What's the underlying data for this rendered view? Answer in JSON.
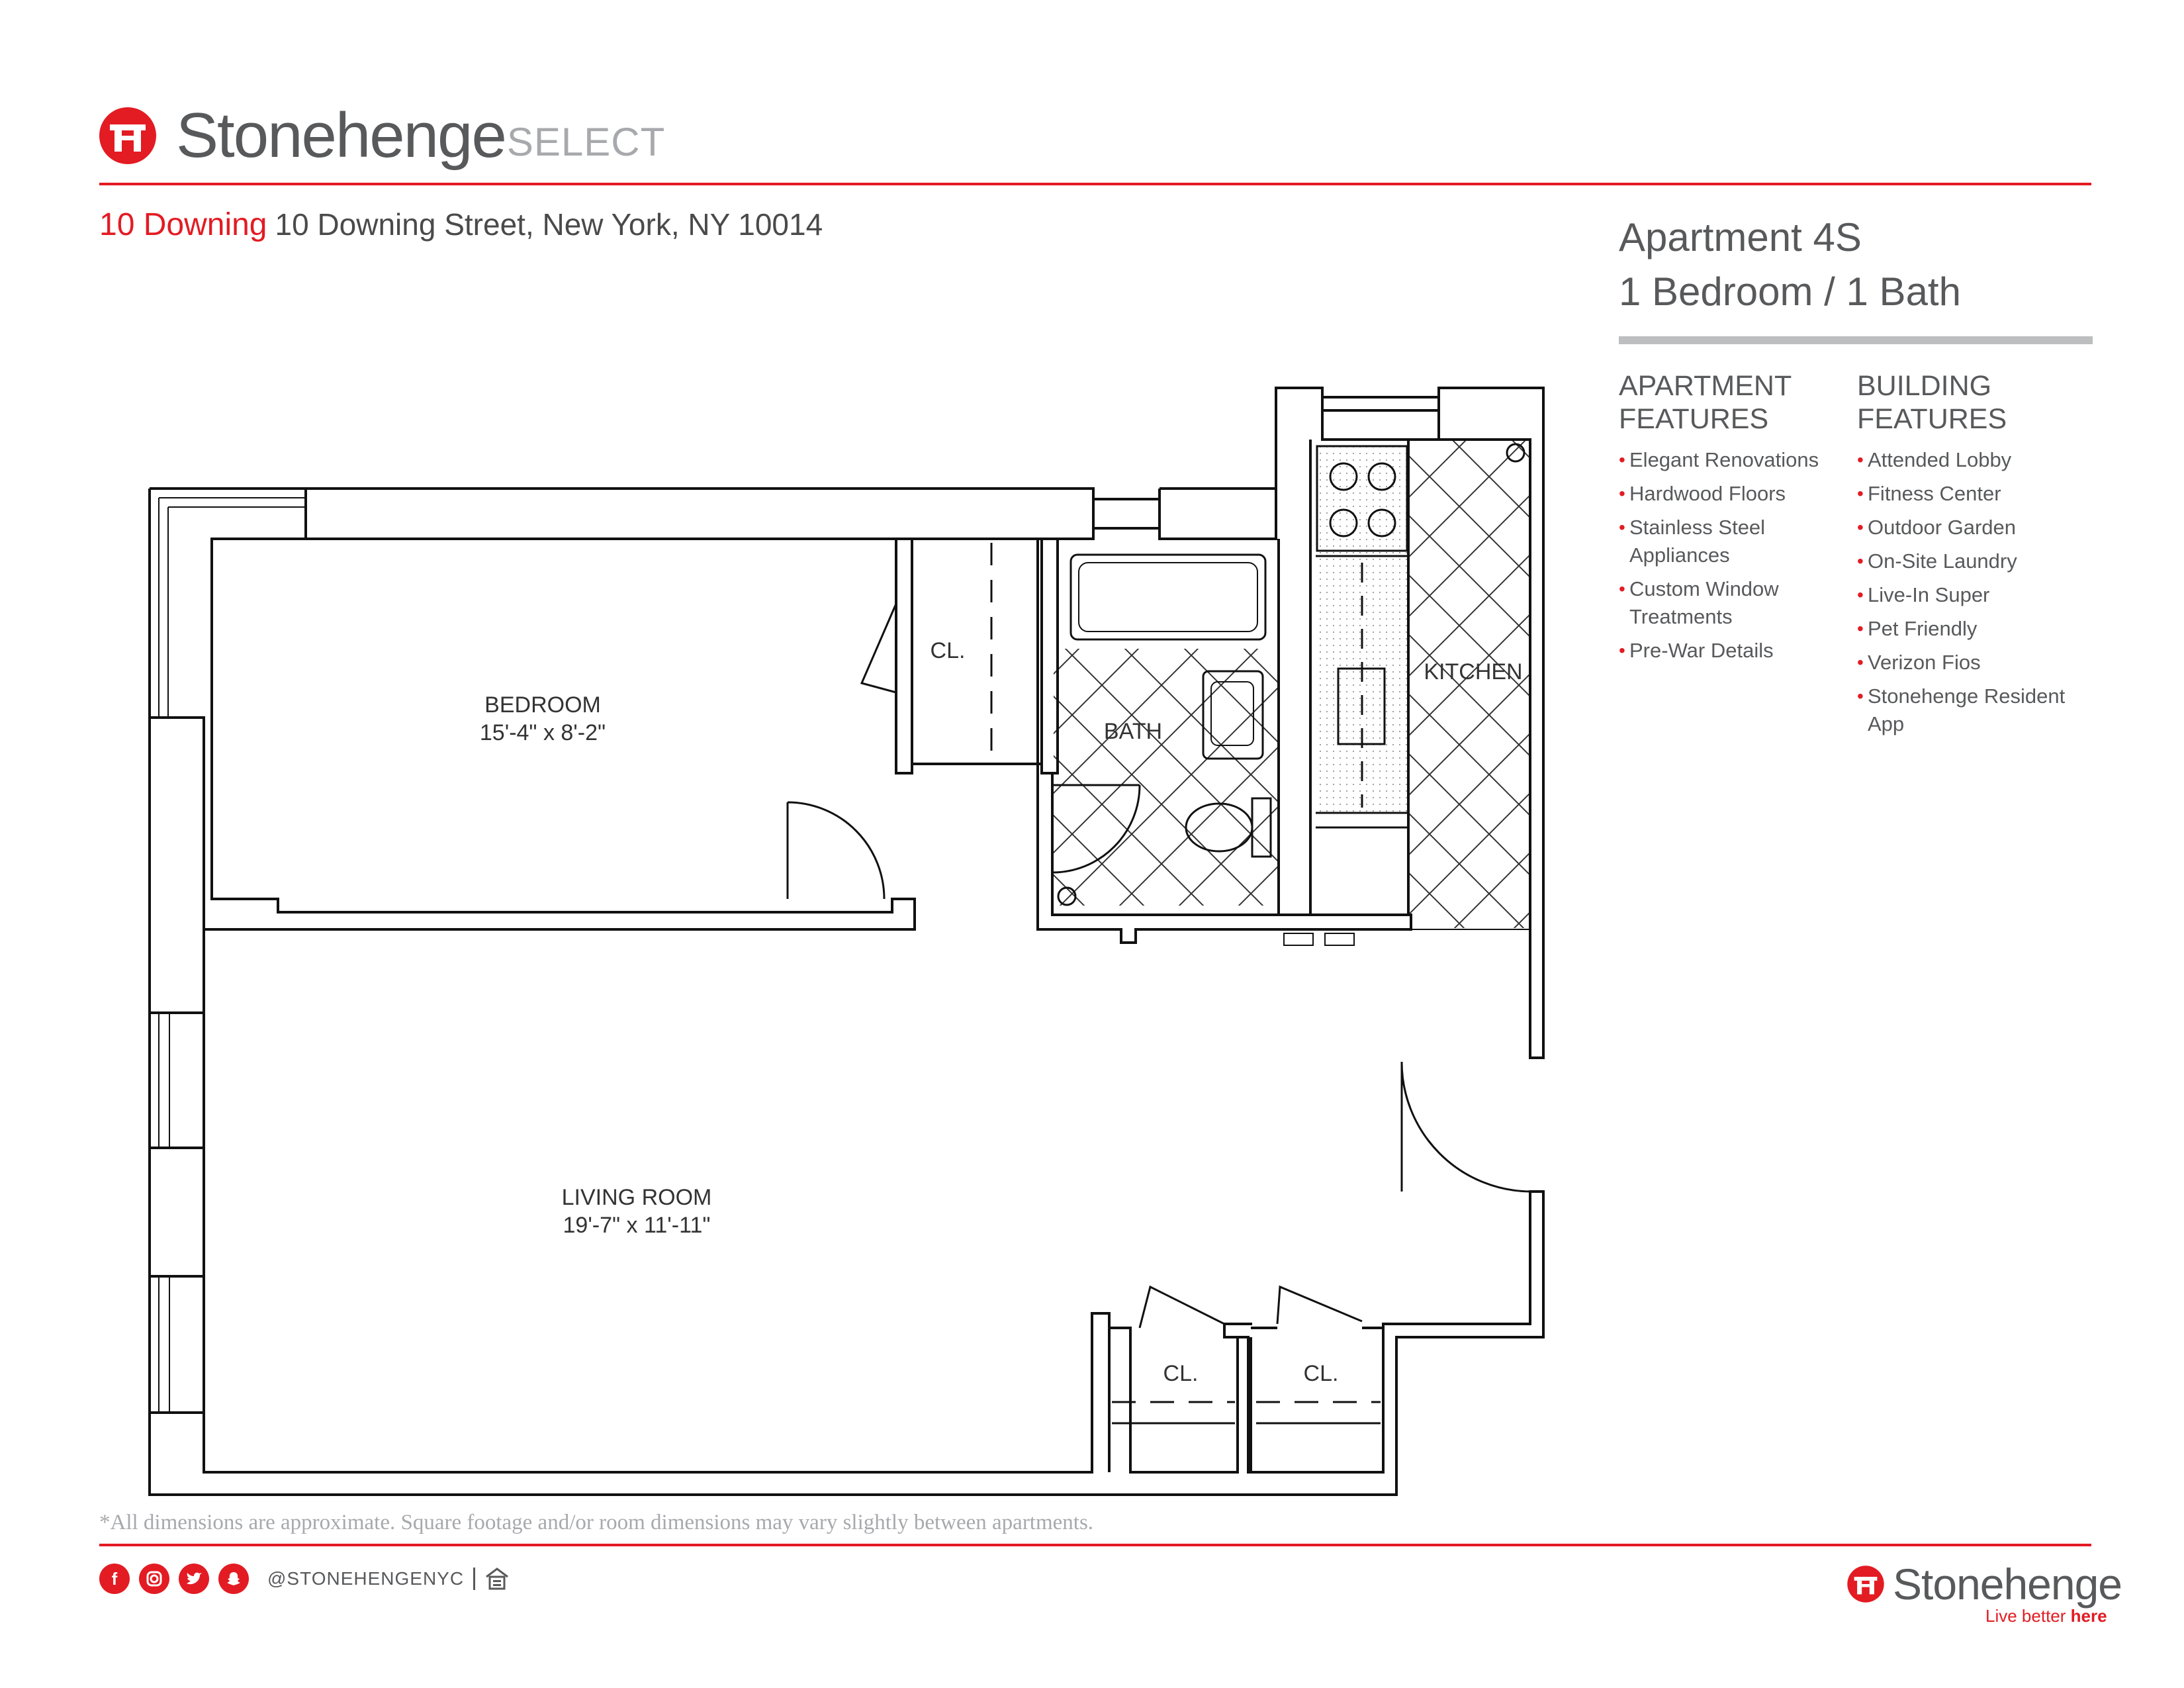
{
  "header": {
    "brand_name": "Stonehenge",
    "brand_suffix": "SELECT",
    "building_name": "10 Downing",
    "building_address": "10 Downing Street, New York, NY 10014"
  },
  "apartment": {
    "unit": "Apartment 4S",
    "layout": "1 Bedroom / 1 Bath"
  },
  "features": {
    "apartment_title_1": "APARTMENT",
    "apartment_title_2": "FEATURES",
    "apartment_items": [
      "Elegant Renovations",
      "Hardwood Floors",
      "Stainless Steel Appliances",
      "Custom Window Treatments",
      "Pre-War Details"
    ],
    "building_title_1": "BUILDING",
    "building_title_2": "FEATURES",
    "building_items": [
      "Attended Lobby",
      "Fitness Center",
      "Outdoor Garden",
      "On-Site Laundry",
      "Live-In Super",
      "Pet Friendly",
      "Verizon Fios",
      "Stonehenge Resident App"
    ]
  },
  "plan": {
    "bedroom_label": "BEDROOM",
    "bedroom_dims": "15'-4\" x 8'-2\"",
    "living_label": "LIVING ROOM",
    "living_dims": "19'-7\" x 11'-11\"",
    "bath_label": "BATH",
    "kitchen_label": "KITCHEN",
    "closet_label": "CL."
  },
  "disclaimer": "*All dimensions are approximate. Square footage and/or room dimensions may vary slightly between apartments.",
  "footer": {
    "social_handle": "@STONEHENGENYC",
    "logo_name": "Stonehenge",
    "tagline_pre": "Live better ",
    "tagline_bold": "here"
  },
  "colors": {
    "accent_red": "#e31b23",
    "text_grey": "#58595b",
    "rule_grey": "#bcbec0"
  },
  "icons": [
    "stonehenge-logo-icon",
    "facebook-icon",
    "instagram-icon",
    "twitter-icon",
    "snapchat-icon",
    "equal-housing-icon"
  ]
}
